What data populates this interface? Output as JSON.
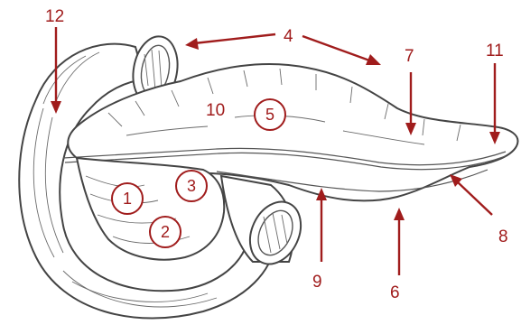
{
  "diagram": {
    "accent_color": "#a01c1c",
    "outline_color": "#444444",
    "labels": [
      {
        "id": "l12",
        "text": "12"
      },
      {
        "id": "l4",
        "text": "4"
      },
      {
        "id": "l7",
        "text": "7"
      },
      {
        "id": "l11",
        "text": "11"
      },
      {
        "id": "l10",
        "text": "10"
      },
      {
        "id": "l8",
        "text": "8"
      },
      {
        "id": "l9",
        "text": "9"
      },
      {
        "id": "l6",
        "text": "6"
      }
    ],
    "circled_labels": [
      {
        "id": "c1",
        "text": "1"
      },
      {
        "id": "c2",
        "text": "2"
      },
      {
        "id": "c3",
        "text": "3"
      },
      {
        "id": "c5",
        "text": "5"
      }
    ]
  }
}
